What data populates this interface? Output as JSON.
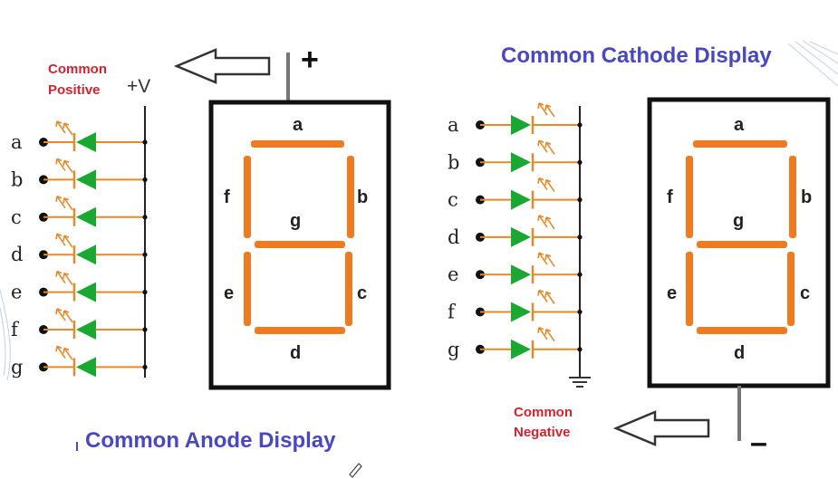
{
  "colors": {
    "title": "#4a48c0",
    "note": "#d3232e",
    "segment": "#f07a20",
    "led": "#1aa832",
    "wire": "#e58a2a",
    "frame": "#111111"
  },
  "anode": {
    "common_label_line1": "Common",
    "common_label_line2": "Positive",
    "voltage_label": "+V",
    "plus_sign": "+",
    "title": "Common Anode Display",
    "pins": [
      "a",
      "b",
      "c",
      "d",
      "e",
      "f",
      "g"
    ],
    "segments": {
      "a": "a",
      "b": "b",
      "c": "c",
      "d": "d",
      "e": "e",
      "f": "f",
      "g": "g"
    }
  },
  "cathode": {
    "title": "Common Cathode Display",
    "common_label_line1": "Common",
    "common_label_line2": "Negative",
    "minus_sign": "–",
    "pins": [
      "a",
      "b",
      "c",
      "d",
      "e",
      "f",
      "g"
    ],
    "segments": {
      "a": "a",
      "b": "b",
      "c": "c",
      "d": "d",
      "e": "e",
      "f": "f",
      "g": "g"
    }
  }
}
